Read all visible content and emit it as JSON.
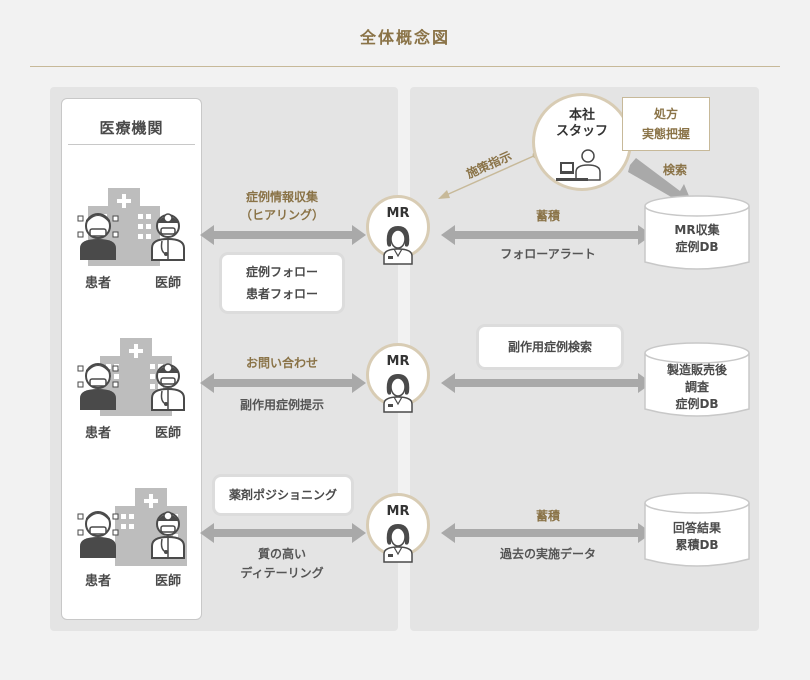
{
  "title": "全体概念図",
  "institution": {
    "title": "医療機関",
    "rows": [
      {
        "patient_label": "患者",
        "doctor_label": "医師"
      },
      {
        "patient_label": "患者",
        "doctor_label": "医師"
      },
      {
        "patient_label": "患者",
        "doctor_label": "医師"
      }
    ]
  },
  "mr_label": "MR",
  "hq": {
    "line1": "本社",
    "line2": "スタッフ"
  },
  "rx_box": {
    "line1": "処方",
    "line2": "実態把握"
  },
  "arrows": {
    "instruction": "施策指示",
    "search": "検索"
  },
  "row1": {
    "left_line1": "症例情報収集",
    "left_line2": "（ヒアリング）",
    "bubble_line1": "症例フォロー",
    "bubble_line2": "患者フォロー",
    "right_top": "蓄積",
    "right_bottom": "フォローアラート",
    "db_line1": "MR収集",
    "db_line2": "症例DB"
  },
  "row2": {
    "left_top": "お問い合わせ",
    "left_bottom": "副作用症例提示",
    "bubble": "副作用症例検索",
    "db_line1": "製造販売後",
    "db_line2": "調査",
    "db_line3": "症例DB"
  },
  "row3": {
    "bubble": "薬剤ポジショニング",
    "left_line1": "質の高い",
    "left_line2": "ディテーリング",
    "right_top": "蓄積",
    "right_bottom": "過去の実施データ",
    "db_line1": "回答結果",
    "db_line2": "累積DB"
  },
  "colors": {
    "gold": "#8a7347",
    "arrow_gray": "#a9a9a9",
    "panel": "#e4e4e4",
    "icon_dark": "#4a4a4a"
  }
}
